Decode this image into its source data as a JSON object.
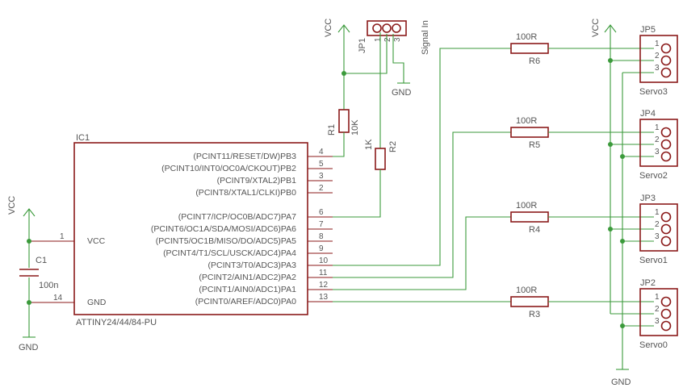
{
  "ic": {
    "name": "IC1",
    "part": "ATTINY24/44/84-PU",
    "left_pins": [
      {
        "num": "1",
        "label": "VCC"
      },
      {
        "num": "14",
        "label": "GND"
      }
    ],
    "right_pins": [
      {
        "num": "4",
        "label": "(PCINT11/RESET/DW)PB3"
      },
      {
        "num": "5",
        "label": "(PCINT10/INT0/OC0A/CKOUT)PB2"
      },
      {
        "num": "3",
        "label": "(PCINT9/XTAL2)PB1"
      },
      {
        "num": "2",
        "label": "(PCINT8/XTAL1/CLKI)PB0"
      },
      {
        "num": "6",
        "label": "(PCINT7/ICP/OC0B/ADC7)PA7"
      },
      {
        "num": "7",
        "label": "(PCINT6/OC1A/SDA/MOSI/ADC6)PA6"
      },
      {
        "num": "8",
        "label": "(PCINT5/OC1B/MISO/DO/ADC5)PA5"
      },
      {
        "num": "9",
        "label": "(PCINT4/T1/SCL/USCK/ADC4)PA4"
      },
      {
        "num": "10",
        "label": "(PCINT3/T0/ADC3)PA3"
      },
      {
        "num": "11",
        "label": "(PCINT2/AIN1/ADC2)PA2"
      },
      {
        "num": "12",
        "label": "(PCINT1/AIN0/ADC1)PA1"
      },
      {
        "num": "13",
        "label": "(PCINT0/AREF/ADC0)PA0"
      }
    ]
  },
  "capacitor": {
    "name": "C1",
    "value": "100n"
  },
  "r1": {
    "name": "R1",
    "value": "10K"
  },
  "r2": {
    "name": "R2",
    "value": "1K"
  },
  "servo_resistors": [
    {
      "name": "R6",
      "value": "100R"
    },
    {
      "name": "R5",
      "value": "100R"
    },
    {
      "name": "R4",
      "value": "100R"
    },
    {
      "name": "R3",
      "value": "100R"
    }
  ],
  "jp1": {
    "name": "JP1",
    "signal_label": "Signal In",
    "pins": [
      "1",
      "2",
      "3"
    ]
  },
  "servos": [
    {
      "header": "JP5",
      "label": "Servo3",
      "pins": [
        "1",
        "2",
        "3"
      ]
    },
    {
      "header": "JP4",
      "label": "Servo2",
      "pins": [
        "1",
        "2",
        "3"
      ]
    },
    {
      "header": "JP3",
      "label": "Servo1",
      "pins": [
        "1",
        "2",
        "3"
      ]
    },
    {
      "header": "JP2",
      "label": "Servo0",
      "pins": [
        "1",
        "2",
        "3"
      ]
    }
  ],
  "supplies": {
    "vcc_label": "VCC",
    "gnd_label": "GND"
  },
  "colors": {
    "wire": "#3b9a3b",
    "component": "#8b1a1a",
    "text": "#555555"
  }
}
